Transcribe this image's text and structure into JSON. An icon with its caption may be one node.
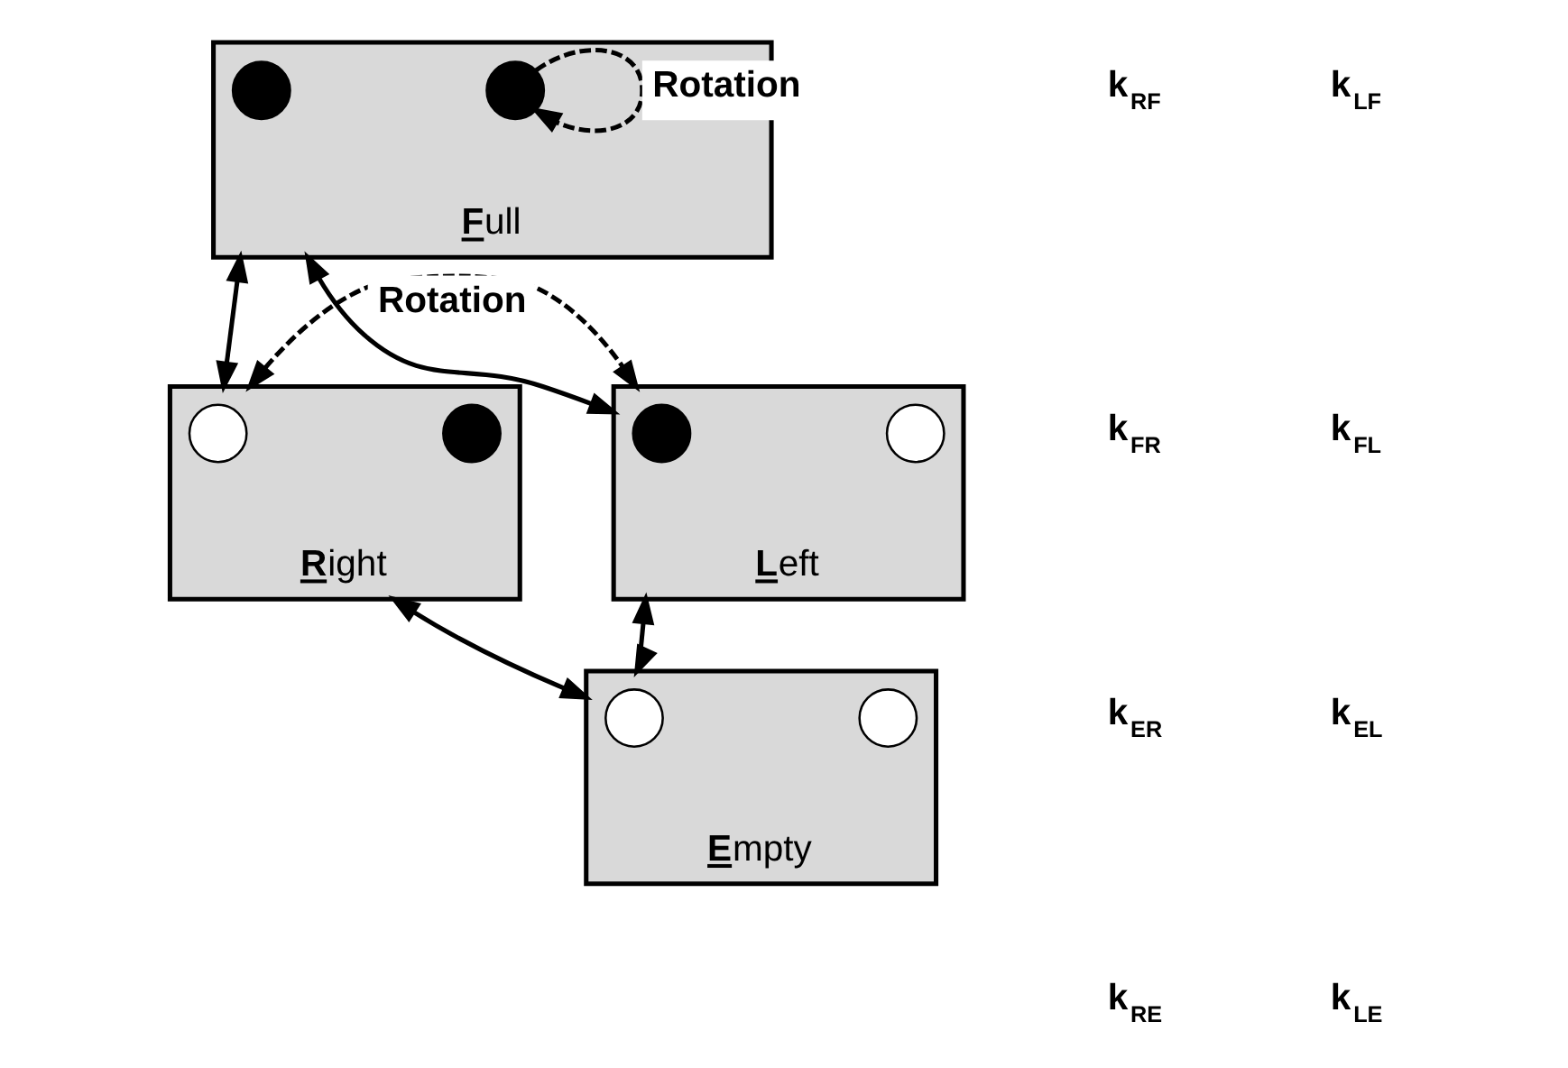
{
  "diagram": {
    "nodes": [
      {
        "text": [],
        "shape": "box",
        "beside": [
          "**F**ull"
        ]
      },
      {
        "text": [],
        "shape": "dot",
        "in": 0
      },
      {
        "text": [],
        "shape": "dot",
        "in": 0
      },
      {
        "text": [],
        "shape": "box",
        "beside": [
          "**R**ight"
        ]
      },
      {
        "text": [],
        "shape": "circle",
        "in": 3
      },
      {
        "text": [],
        "shape": "dot",
        "in": 3
      },
      {
        "text": [],
        "shape": "box",
        "beside": [
          "**L**eft"
        ]
      },
      {
        "text": [],
        "shape": "dot",
        "in": 6
      },
      {
        "text": [],
        "shape": "circle",
        "in": 6
      },
      {
        "text": [],
        "shape": "box",
        "beside": [
          "**E**mpty"
        ]
      },
      {
        "text": [],
        "shape": "circle",
        "in": 9
      },
      {
        "text": [],
        "shape": "circle",
        "in": 9
      }
    ],
    "edges": [
      {
        "from": 2,
        "to": 2,
        "arrow": "to",
        "style": "dashed",
        "label": "Rotation"
      },
      {
        "from": 0,
        "to": 3,
        "arrow": "both"
      },
      {
        "from": 0,
        "to": 6,
        "arrow": "both"
      },
      {
        "from": 3,
        "to": 6,
        "arrow": "both",
        "style": "dashed",
        "label": "Rotation"
      },
      {
        "from": 3,
        "to": 9,
        "arrow": "both"
      },
      {
        "from": 6,
        "to": 9,
        "arrow": "both"
      }
    ],
    "labels": [
      "k$_{RF}$",
      "k$_{LF}$",
      "k$_{FR}$",
      "k$_{FL}$",
      "k$_{ER}$",
      "k$_{EL}$",
      "k$_{RE}$",
      "k$_{LE}$"
    ]
  }
}
